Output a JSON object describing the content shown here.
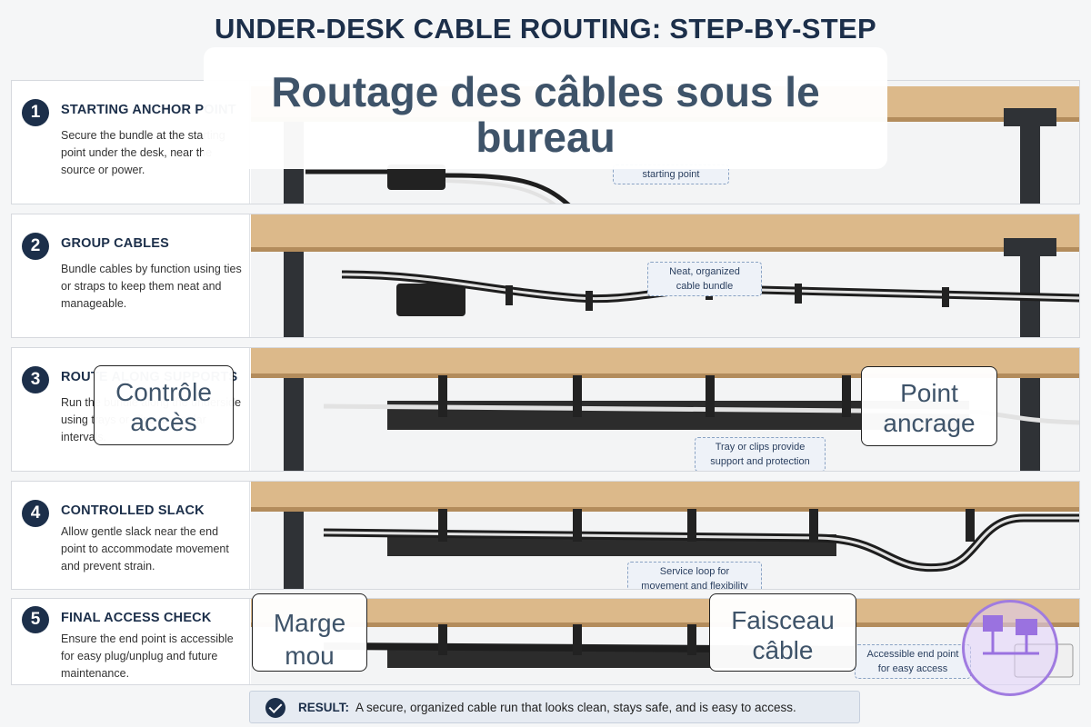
{
  "header": {
    "title": "UNDER-DESK CABLE ROUTING: STEP-BY-STEP"
  },
  "steps": [
    {
      "number": "1",
      "title": "STARTING ANCHOR POINT",
      "description": "Secure the bundle at the starting point under the desk, near the source or power.",
      "callout": "starting point"
    },
    {
      "number": "2",
      "title": "GROUP CABLES",
      "description": "Bundle cables by function using ties or straps to keep them neat and manageable.",
      "callout": "Neat, organized cable bundle"
    },
    {
      "number": "3",
      "title": "ROUTE ALONG SUPPORTS",
      "description": "Run the bundle along the underside using trays or clips at regular intervals.",
      "callout": "Tray or clips provide support and protection"
    },
    {
      "number": "4",
      "title": "CONTROLLED SLACK",
      "description": "Allow gentle slack near the end point to accommodate movement and prevent strain.",
      "callout": "Service loop for movement and flexibility"
    },
    {
      "number": "5",
      "title": "FINAL ACCESS CHECK",
      "description": "Ensure the end point is accessible for easy plug/unplug and future maintenance.",
      "callout": "Accessible end point for easy access"
    }
  ],
  "result": {
    "label": "RESULT:",
    "text": "A secure, organized cable run that looks clean, stays safe, and is easy to access."
  },
  "overlays": {
    "title": "Routage des câbles sous le bureau",
    "labels": {
      "controle_acces": "Contrôle accès",
      "point_ancrage": "Point ancrage",
      "marge_mou": "Marge mou",
      "faisceau_cable": "Faisceau câble"
    }
  },
  "colors": {
    "navy": "#1c2f4a",
    "wood": "#dcb98a",
    "leg": "#2f3236",
    "cable_dark": "#1e1e1e",
    "cable_light": "#e2e2e2",
    "callout_border": "#8aa3c4",
    "logo": "#a07be0"
  }
}
